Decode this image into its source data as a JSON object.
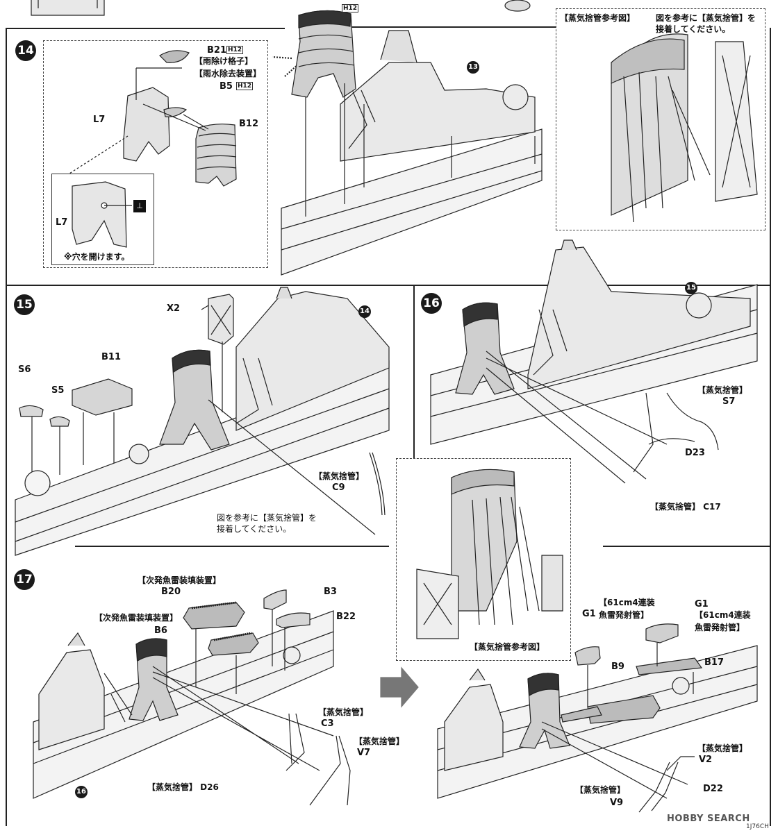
{
  "steps": {
    "s14": "14",
    "s15": "15",
    "s16": "16",
    "s17": "17"
  },
  "refs": {
    "r13": "13",
    "r14": "14",
    "r15": "15",
    "r16": "16"
  },
  "s14": {
    "b21": "B21",
    "h12a": "H12",
    "rain_grate": "【雨除け格子】",
    "rain_drain": "【雨水除去装置】",
    "b5": "B5",
    "h12b": "H12",
    "l7a": "L7",
    "b12": "B12",
    "l7b": "L7",
    "drill_note": "※穴を開けます。",
    "h12c": "H12"
  },
  "ref_top": {
    "title": "【蒸気捨管参考図】",
    "note1": "図を参考に【蒸気捨管】を",
    "note2": "接着してください。"
  },
  "s15": {
    "x2": "X2",
    "b11": "B11",
    "s6": "S6",
    "s5": "S5",
    "steam_label": "【蒸気捨管】",
    "c9": "C9",
    "note1": "図を参考に【蒸気捨管】を",
    "note2": "接着してください。"
  },
  "s16": {
    "steam_s7_label": "【蒸気捨管】",
    "s7": "S7",
    "d23": "D23",
    "c17": "【蒸気捨管】 C17"
  },
  "ref_mid": {
    "title": "【蒸気捨管参考図】"
  },
  "s17": {
    "reload1": "【次発魚雷装填装置】",
    "b20": "B20",
    "reload2": "【次発魚雷装填装置】",
    "b6": "B6",
    "b3": "B3",
    "b22": "B22",
    "c3_label": "【蒸気捨管】",
    "c3": "C3",
    "v7_label": "【蒸気捨管】",
    "v7": "V7",
    "d26": "【蒸気捨管】 D26"
  },
  "s17b": {
    "g1a": "G1",
    "g1a_label1": "【61cm4連装",
    "g1a_label2": "魚雷発射管】",
    "g1b": "G1",
    "g1b_label1": "【61cm4連装",
    "g1b_label2": "魚雷発射管】",
    "b9": "B9",
    "b17": "B17",
    "v2_label": "【蒸気捨管】",
    "v2": "V2",
    "d22": "D22",
    "v9_label": "【蒸気捨管】",
    "v9": "V9"
  },
  "footer": {
    "watermark": "HOBBY SEARCH",
    "code": "1J76CH"
  }
}
